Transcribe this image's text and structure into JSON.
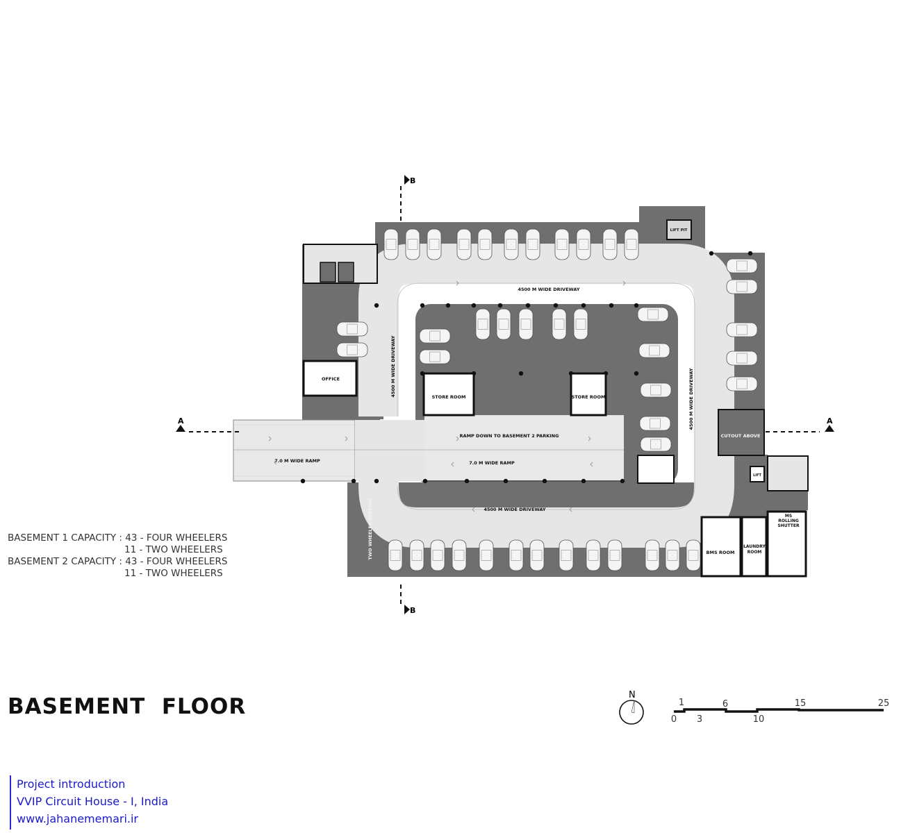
{
  "drawing": {
    "title": "BASEMENT  FLOOR",
    "section_markers": {
      "a": "A",
      "b": "B"
    },
    "north_label": "N",
    "scale_bar_labels": {
      "top": [
        "1",
        "6",
        "15",
        "25"
      ],
      "bottom": [
        "0",
        "3",
        "10"
      ]
    }
  },
  "capacity": [
    {
      "label": "BASEMENT 1 CAPACITY : 43 - FOUR WHEELERS",
      "sub": "11 - TWO WHEELERS"
    },
    {
      "label": "BASEMENT 2 CAPACITY : 43 - FOUR WHEELERS",
      "sub": "11 - TWO WHEELERS"
    }
  ],
  "rooms": {
    "office": "OFFICE",
    "store_left": "STORE ROOM",
    "store_right": "STORE ROOM",
    "lift_pit": "LIFT PIT",
    "lift": "LIFT",
    "cutout": "CUTOUT ABOVE",
    "bms": "BMS ROOM",
    "laundry": [
      "LAUNDRY",
      "ROOM"
    ],
    "shutter": [
      "MS",
      "ROLLING",
      "SHUTTER"
    ]
  },
  "labels": {
    "driveway_top": "4500 M WIDE DRIVEWAY",
    "driveway_bottom": "4500 M WIDE DRIVEWAY",
    "driveway_left": "4500 M WIDE DRIVEWAY",
    "driveway_right": "4500 M WIDE DRIVEWAY",
    "ramp_down": "RAMP DOWN TO BASEMENT 2 PARKING",
    "ramp_inner": "7.0 M  WIDE RAMP",
    "ramp_outer": "7.0 M  WIDE RAMP",
    "two_wheeler": "TWO WHEELER PARKING"
  },
  "credit": {
    "line1": "Project introduction",
    "line2": "VVIP Circuit House - I, India",
    "line3": "www.jahanememari.ir"
  },
  "colors": {
    "slab": "#6f6f6f",
    "driveway": "#e6e6e6",
    "car": "#f4f4f4",
    "room": "#ffffff",
    "credit_text": "#1a1acc"
  }
}
